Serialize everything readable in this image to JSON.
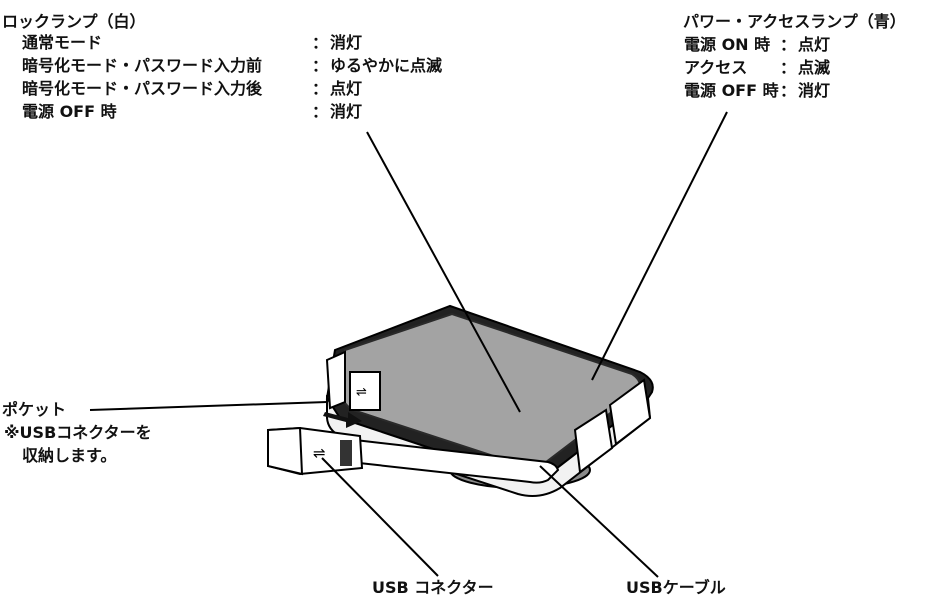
{
  "lock_lamp": {
    "title": "ロックランプ（白）",
    "rows": [
      {
        "label": "通常モード",
        "sep": "：",
        "value": "消灯"
      },
      {
        "label": "暗号化モード・パスワード入力前",
        "sep": "：",
        "value": "ゆるやかに点滅"
      },
      {
        "label": "暗号化モード・パスワード入力後",
        "sep": "：",
        "value": "点灯"
      },
      {
        "label": "電源 OFF 時",
        "sep": "：",
        "value": "消灯"
      }
    ]
  },
  "power_lamp": {
    "title": "パワー・アクセスランプ（青）",
    "rows": [
      {
        "label": "電源 ON 時",
        "sep": "：",
        "value": "点灯"
      },
      {
        "label": "アクセス　",
        "sep": "：",
        "value": "点滅"
      },
      {
        "label": "電源 OFF 時",
        "sep": "：",
        "value": "消灯"
      }
    ]
  },
  "pocket": {
    "label": "ポケット",
    "note_line1": "※USBコネクターを",
    "note_line2": "収納します。"
  },
  "usb_connector_label": "USB コネクター",
  "usb_cable_label": "USBケーブル"
}
